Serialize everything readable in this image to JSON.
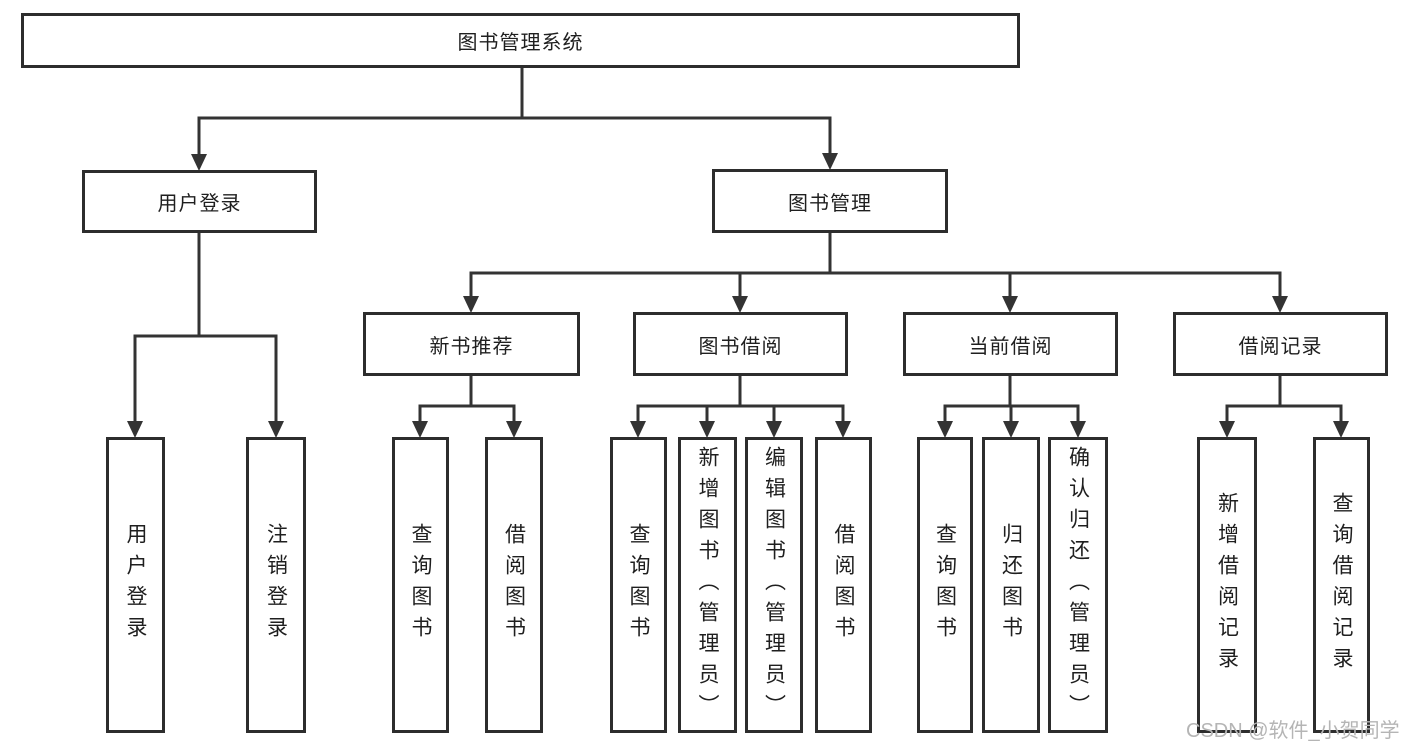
{
  "tree": {
    "label": "图书管理系统",
    "children": [
      {
        "label": "用户登录",
        "children": [
          {
            "label": "用户登录"
          },
          {
            "label": "注销登录"
          }
        ]
      },
      {
        "label": "图书管理",
        "children": [
          {
            "label": "新书推荐",
            "children": [
              {
                "label": "查询图书"
              },
              {
                "label": "借阅图书"
              }
            ]
          },
          {
            "label": "图书借阅",
            "children": [
              {
                "label": "查询图书"
              },
              {
                "label": "新增图书（管理员）"
              },
              {
                "label": "编辑图书（管理员）"
              },
              {
                "label": "借阅图书"
              }
            ]
          },
          {
            "label": "当前借阅",
            "children": [
              {
                "label": "查询图书"
              },
              {
                "label": "归还图书"
              },
              {
                "label": "确认归还（管理员）"
              }
            ]
          },
          {
            "label": "借阅记录",
            "children": [
              {
                "label": "新增借阅记录"
              },
              {
                "label": "查询借阅记录"
              }
            ]
          }
        ]
      }
    ]
  },
  "watermark": {
    "text": "CSDN @软件_小贺同学"
  },
  "colors": {
    "line": "#333333",
    "box_border": "#2d2d2d",
    "text": "#1f1f1f",
    "watermark": "#b5b5b5",
    "background": "#ffffff"
  }
}
